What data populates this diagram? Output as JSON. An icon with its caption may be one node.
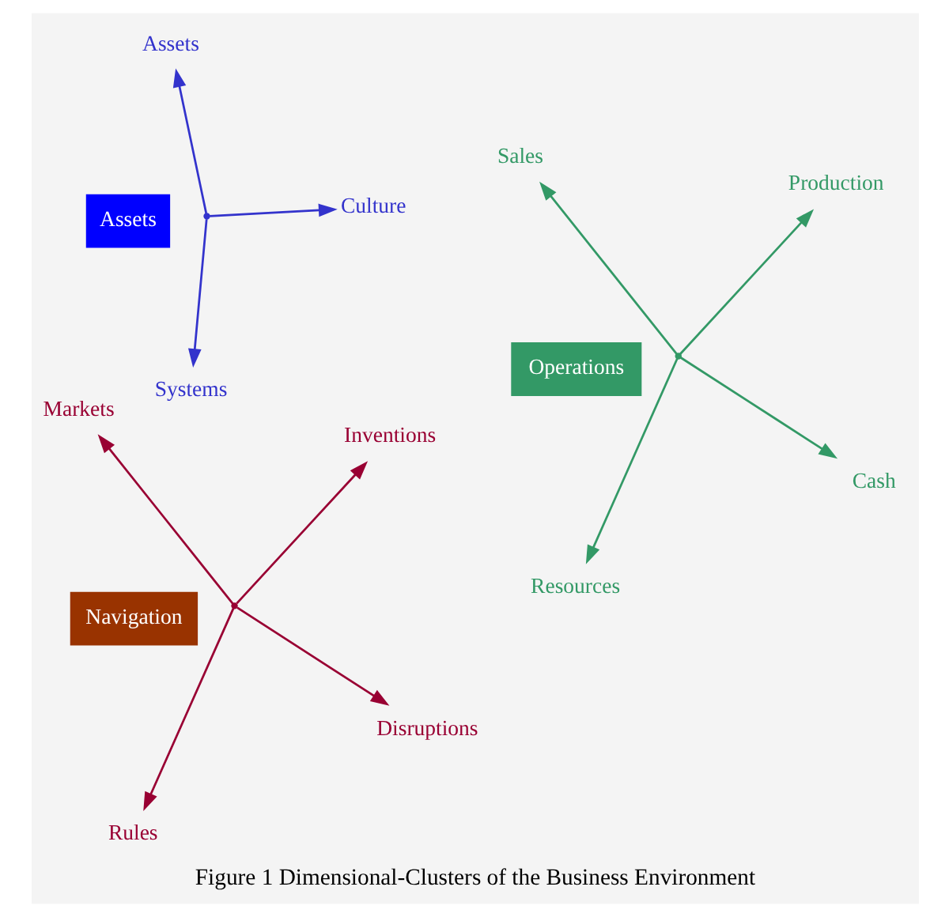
{
  "diagram": {
    "caption": "Figure 1 Dimensional-Clusters of the Business Environment",
    "nodes": [
      {
        "text": [
          "Navigation"
        ]
      },
      {
        "text": [
          "Disruptions"
        ]
      },
      {
        "text": [
          "Rules"
        ]
      },
      {
        "text": [
          "Markets"
        ]
      },
      {
        "text": [
          "Inventions"
        ]
      },
      {
        "text": [
          "Operations"
        ]
      },
      {
        "text": [
          "Cash"
        ]
      },
      {
        "text": [
          "Resources"
        ]
      },
      {
        "text": [
          "Sales"
        ]
      },
      {
        "text": [
          "Production"
        ]
      },
      {
        "text": [
          "Assets"
        ]
      },
      {
        "text": [
          "Culture"
        ]
      },
      {
        "text": [
          "Systems"
        ]
      },
      {
        "text": [
          "Assets"
        ]
      },
      {
        "text": [],
        "shape": "point"
      },
      {
        "text": [],
        "shape": "point"
      },
      {
        "text": [],
        "shape": "point"
      }
    ],
    "edges": [
      {
        "from": 14,
        "to": 1,
        "arrow": "to",
        "color": "#990033"
      },
      {
        "from": 14,
        "to": 2,
        "arrow": "to",
        "color": "#990033"
      },
      {
        "from": 14,
        "to": 3,
        "arrow": "to",
        "color": "#990033"
      },
      {
        "from": 14,
        "to": 4,
        "arrow": "to",
        "color": "#990033"
      },
      {
        "from": 15,
        "to": 6,
        "arrow": "to",
        "color": "#339966"
      },
      {
        "from": 15,
        "to": 7,
        "arrow": "to",
        "color": "#339966"
      },
      {
        "from": 15,
        "to": 8,
        "arrow": "to",
        "color": "#339966"
      },
      {
        "from": 15,
        "to": 9,
        "arrow": "to",
        "color": "#339966"
      },
      {
        "from": 16,
        "to": 11,
        "arrow": "to",
        "color": "#3333cc"
      },
      {
        "from": 16,
        "to": 12,
        "arrow": "to",
        "color": "#3333cc"
      },
      {
        "from": 16,
        "to": 13,
        "arrow": "to",
        "color": "#3333cc"
      }
    ]
  }
}
